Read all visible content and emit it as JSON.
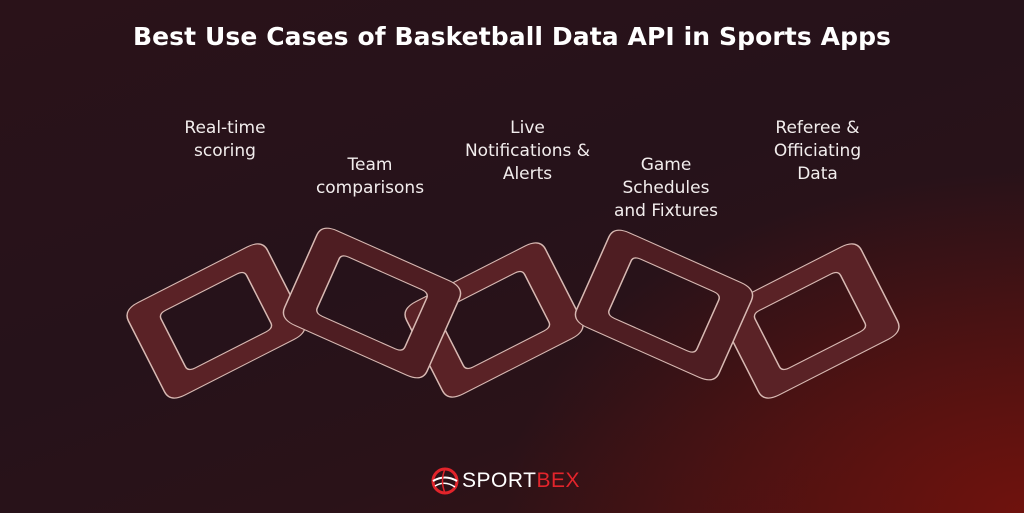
{
  "title": "Best Use Cases of Basketball Data API in Sports Apps",
  "use_cases": [
    {
      "label": "Real-time\nscoring"
    },
    {
      "label": "Team\ncomparisons"
    },
    {
      "label": "Live\nNotifications &\nAlerts"
    },
    {
      "label": "Game\nSchedules\nand Fixtures"
    },
    {
      "label": "Referee &\nOfficiating\nData"
    }
  ],
  "logo": {
    "part1": "SPORT",
    "part2": "BEX",
    "icon": "basketball-logo-icon",
    "accent_color": "#e2242b"
  },
  "colors": {
    "link_fill": "#5a2226",
    "link_stroke": "#d8b9b3",
    "background": "#27121a"
  }
}
